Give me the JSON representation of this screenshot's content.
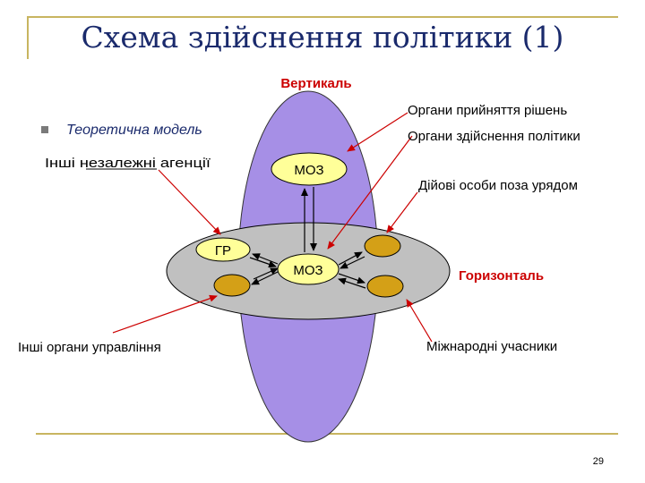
{
  "slide": {
    "title": "Схема здійснення політики (1)",
    "page_number": "29"
  },
  "diagram": {
    "vertical_label": "Вертикаль",
    "horizontal_label": "Горизонталь",
    "bullet_text": "Теоретична модель",
    "node_moz_top": "МОЗ",
    "node_moz_center": "МОЗ",
    "node_gr": "ГР",
    "label_decision_bodies": "Органи прийняття рішень",
    "label_implementation_bodies": "Органи здійснення політики",
    "label_independent_agencies": "Інші незалежні агенції",
    "label_non_government_actors": "Дійові особи поза урядом",
    "label_other_government_bodies": "Інші органи управління",
    "label_international_participants": "Міжнародні учасники"
  },
  "colors": {
    "title": "#1a2a6c",
    "vertical_ellipse": "#a68fe6",
    "horizontal_ellipse": "#c0c0c0",
    "node_light": "#ffff99",
    "node_dark": "#d4a017",
    "callout_arrow": "#cc0000",
    "label_red": "#cc0000",
    "frame": "#c8b560"
  }
}
